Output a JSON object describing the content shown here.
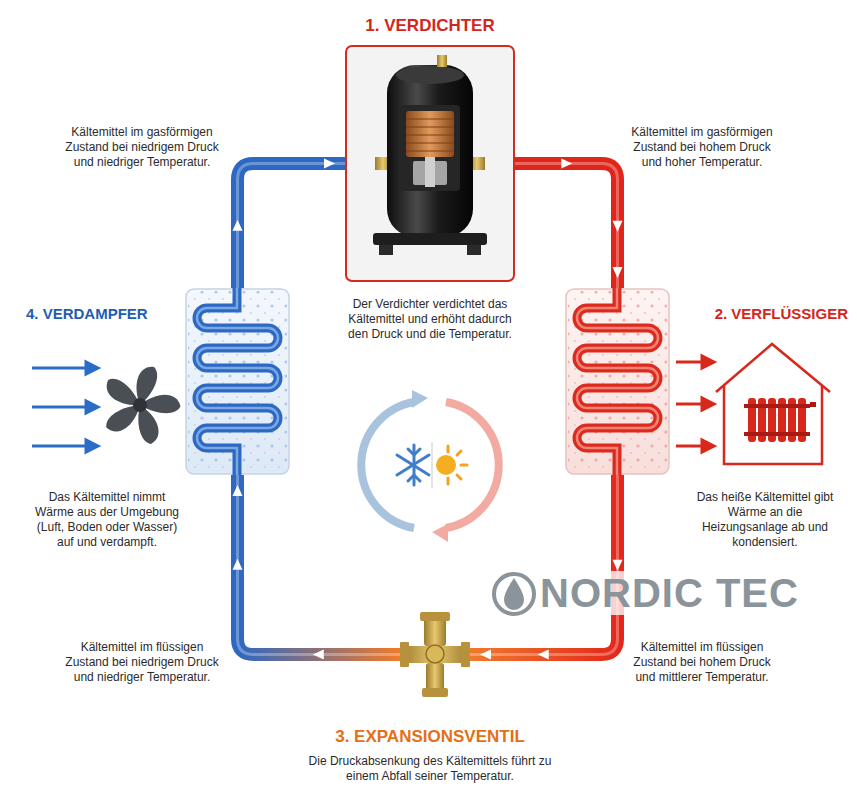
{
  "diagram": {
    "nodes": [
      {
        "text": [
          "1. VERDICHTER",
          "Der Verdichter verdichtet das Kältemittel und erhöht dadurch den Druck und die Temperatur."
        ]
      },
      {
        "text": [
          "2. VERFLÜSSIGER",
          "Das heiße Kältemittel gibt Wärme an die Heizungsanlage ab und kondensiert."
        ]
      },
      {
        "text": [
          "3. EXPANSIONSVENTIL",
          "Die Druckabsenkung des Kältemittels führt zu einem Abfall seiner Temperatur."
        ]
      },
      {
        "text": [
          "4. VERDAMPFER",
          "Das Kältemittel nimmt Wärme aus der Umgebung (Luft, Boden oder Wasser) auf und verdampft."
        ]
      }
    ],
    "edges": [
      {
        "from": 0,
        "to": 1,
        "arrow": "to"
      },
      {
        "from": 1,
        "to": 2,
        "arrow": "to"
      },
      {
        "from": 2,
        "to": 3,
        "arrow": "to"
      },
      {
        "from": 3,
        "to": 0,
        "arrow": "to"
      }
    ],
    "labels": [
      "Kältemittel im gasförmigen Zustand bei niedrigem Druck und niedriger Temperatur.",
      "Kältemittel im gasförmigen Zustand bei hohem Druck und hoher Temperatur.",
      "Kältemittel im flüssigen Zustand bei niedrigem Druck und niedriger Temperatur.",
      "Kältemittel im flüssigen Zustand bei hohem Druck und mittlerer Temperatur.",
      "NORDIC TEC"
    ]
  }
}
